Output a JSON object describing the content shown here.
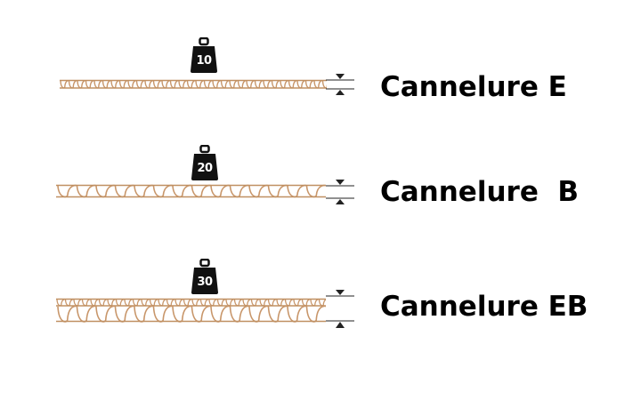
{
  "colors": {
    "board": "#c8966a",
    "liner": "#c09062",
    "weight": "#111111",
    "text": "#000000"
  },
  "rows": [
    {
      "weight_label": "10",
      "flute_label": "Cannelure E"
    },
    {
      "weight_label": "20",
      "flute_label": "Cannelure  B"
    },
    {
      "weight_label": "30",
      "flute_label": "Cannelure EB"
    }
  ]
}
